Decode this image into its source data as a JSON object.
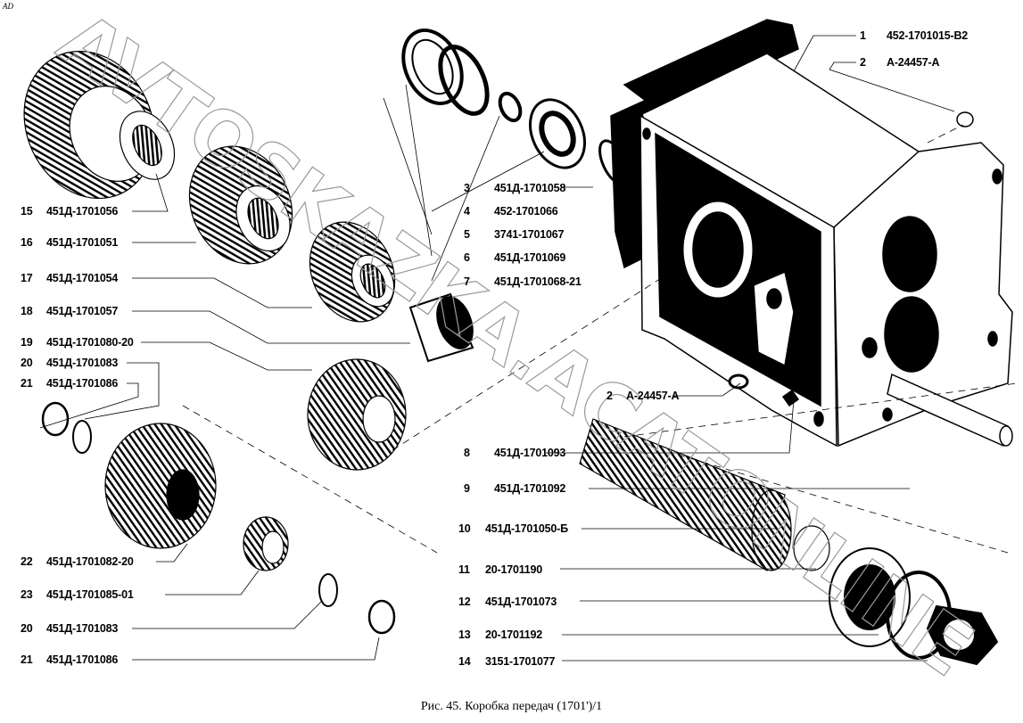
{
  "corner_mark": "AD",
  "caption": "Рис. 45. Коробка передач (1701')/1",
  "watermark": "AVTOSKAZKA.ACATONLINE",
  "colors": {
    "ink": "#000000",
    "background": "#ffffff",
    "watermark_outline": "#9a9a9a"
  },
  "parts_right": [
    {
      "num": "1",
      "code": "452-1701015-В2"
    },
    {
      "num": "2",
      "code": "А-24457-А"
    },
    {
      "num": "3",
      "code": "451Д-1701058"
    },
    {
      "num": "4",
      "code": "452-1701066"
    },
    {
      "num": "5",
      "code": "3741-1701067"
    },
    {
      "num": "6",
      "code": "451Д-1701069"
    },
    {
      "num": "7",
      "code": "451Д-1701068-21"
    },
    {
      "num": "8",
      "code": "451Д-1701093"
    },
    {
      "num": "9",
      "code": "451Д-1701092"
    },
    {
      "num": "10",
      "code": "451Д-1701050-Б"
    },
    {
      "num": "11",
      "code": "20-1701190"
    },
    {
      "num": "12",
      "code": "451Д-1701073"
    },
    {
      "num": "13",
      "code": "20-1701192"
    },
    {
      "num": "14",
      "code": "3151-1701077"
    }
  ],
  "part_2_repeat": {
    "num": "2",
    "code": "А-24457-А"
  },
  "parts_left": [
    {
      "num": "15",
      "code": "451Д-1701056"
    },
    {
      "num": "16",
      "code": "451Д-1701051"
    },
    {
      "num": "17",
      "code": "451Д-1701054"
    },
    {
      "num": "18",
      "code": "451Д-1701057"
    },
    {
      "num": "19",
      "code": "451Д-1701080-20"
    },
    {
      "num": "20",
      "code": "451Д-1701083"
    },
    {
      "num": "21",
      "code": "451Д-1701086"
    },
    {
      "num": "22",
      "code": "451Д-1701082-20"
    },
    {
      "num": "23",
      "code": "451Д-1701085-01"
    },
    {
      "num": "20",
      "code": "451Д-1701083"
    },
    {
      "num": "21",
      "code": "451Д-1701086"
    }
  ]
}
